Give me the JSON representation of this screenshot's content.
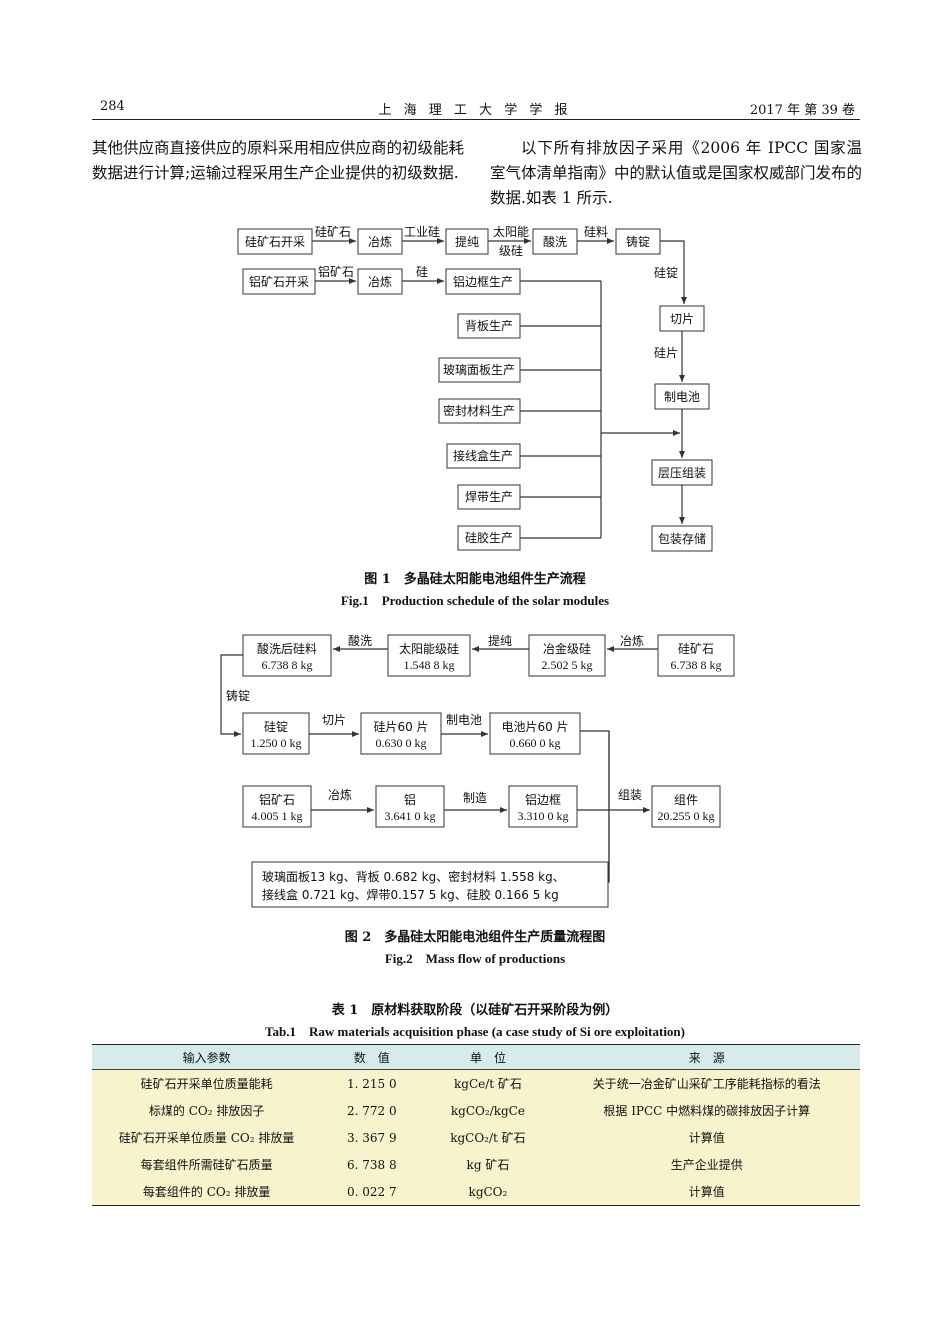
{
  "header": {
    "page_number": "284",
    "journal": "上 海 理 工 大 学 学 报",
    "volume": "2017 年 第 39 卷"
  },
  "body_text": {
    "left_paragraph": "其他供应商直接供应的原料采用相应供应商的初级能耗数据进行计算;运输过程采用生产企业提供的初级数据.",
    "right_paragraph": "以下所有排放因子采用《2006 年 IPCC 国家温室气体清单指南》中的默认值或是国家权威部门发布的数据.如表 1 所示."
  },
  "figure1": {
    "nodes": {
      "si_ore_mining": "硅矿石开采",
      "smelt1": "冶炼",
      "purify": "提纯",
      "acid_wash": "酸洗",
      "ingot_cast": "铸锭",
      "al_ore_mining": "铝矿石开采",
      "smelt2": "冶炼",
      "al_frame": "铝边框生产",
      "backsheet": "背板生产",
      "glass_panel": "玻璃面板生产",
      "sealant": "密封材料生产",
      "junction_box": "接线盒生产",
      "ribbon": "焊带生产",
      "silicone": "硅胶生产",
      "slicing": "切片",
      "cell_making": "制电池",
      "lamination": "层压组装",
      "packaging": "包装存储"
    },
    "edge_labels": {
      "si_ore": "硅矿石",
      "industrial_si": "工业硅",
      "solar_si_1": "太阳能",
      "solar_si_2": "级硅",
      "si_material": "硅料",
      "al_ore": "铝矿石",
      "si": "硅",
      "si_ingot": "硅锭",
      "si_wafer": "硅片"
    },
    "caption_cn": "图 1　多晶硅太阳能电池组件生产流程",
    "caption_en": "Fig.1　Production schedule of the solar modules"
  },
  "figure2": {
    "nodes": {
      "washed_si_1": "酸洗后硅料",
      "washed_si_2": "6.738 8 kg",
      "solar_si_1": "太阳能级硅",
      "solar_si_2": "1.548 8 kg",
      "met_si_1": "冶金级硅",
      "met_si_2": "2.502 5 kg",
      "si_ore_1": "硅矿石",
      "si_ore_2": "6.738 8 kg",
      "ingot_1": "硅锭",
      "ingot_2": "1.250 0 kg",
      "wafer_1": "硅片60 片",
      "wafer_2": "0.630 0 kg",
      "cell_1": "电池片60 片",
      "cell_2": "0.660 0 kg",
      "al_ore_1": "铝矿石",
      "al_ore_2": "4.005 1 kg",
      "al_1": "铝",
      "al_2": "3.641 0 kg",
      "al_frame_1": "铝边框",
      "al_frame_2": "3.310 0 kg",
      "module_1": "组件",
      "module_2": "20.255 0 kg",
      "materials_1": "玻璃面板13 kg、背板  0.682 kg、密封材料  1.558 kg、",
      "materials_2": "接线盒  0.721 kg、焊带0.157 5 kg、硅胶  0.166 5 kg"
    },
    "edge_labels": {
      "acid_wash": "酸洗",
      "purify": "提纯",
      "smelt1": "冶炼",
      "ingot_cast": "铸锭",
      "slicing": "切片",
      "cell_making": "制电池",
      "smelt2": "冶炼",
      "manufacture": "制造",
      "assembly": "组装"
    },
    "caption_cn": "图 2　多晶硅太阳能电池组件生产质量流程图",
    "caption_en": "Fig.2　Mass flow of productions"
  },
  "table1": {
    "caption_cn": "表 1　原材料获取阶段（以硅矿石开采阶段为例）",
    "caption_en": "Tab.1　Raw materials acquisition phase (a case study of Si ore exploitation)",
    "headers": [
      "输入参数",
      "数　值",
      "单　位",
      "来　源"
    ],
    "rows": [
      [
        "硅矿石开采单位质量能耗",
        "1. 215 0",
        "kgCe/t 矿石",
        "关于统一冶金矿山采矿工序能耗指标的看法"
      ],
      [
        "标煤的 CO₂ 排放因子",
        "2. 772 0",
        "kgCO₂/kgCe",
        "根据 IPCC 中燃料煤的碳排放因子计算"
      ],
      [
        "硅矿石开采单位质量 CO₂ 排放量",
        "3. 367 9",
        "kgCO₂/t 矿石",
        "计算值"
      ],
      [
        "每套组件所需硅矿石质量",
        "6. 738 8",
        "kg 矿石",
        "生产企业提供"
      ],
      [
        "每套组件的 CO₂ 排放量",
        "0. 022 7",
        "kgCO₂",
        "计算值"
      ]
    ]
  }
}
